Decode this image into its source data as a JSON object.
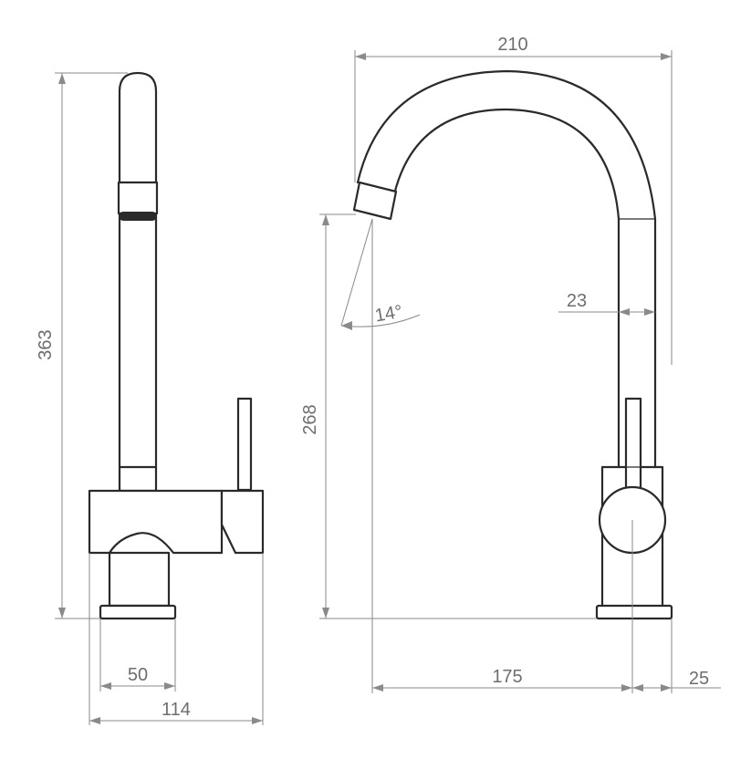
{
  "dimensions": {
    "overall_height": "363",
    "spout_reach_width": "210",
    "spout_outlet_height": "268",
    "spout_diameter": "23",
    "spout_angle": "14°",
    "base_diameter": "50",
    "body_depth": "114",
    "spout_to_center": "175",
    "center_to_base_edge": "25"
  },
  "colors": {
    "outline": "#2a2a2a",
    "dimension_line": "#8a8a8a",
    "dimension_text": "#6e6e6e",
    "background": "#ffffff"
  }
}
